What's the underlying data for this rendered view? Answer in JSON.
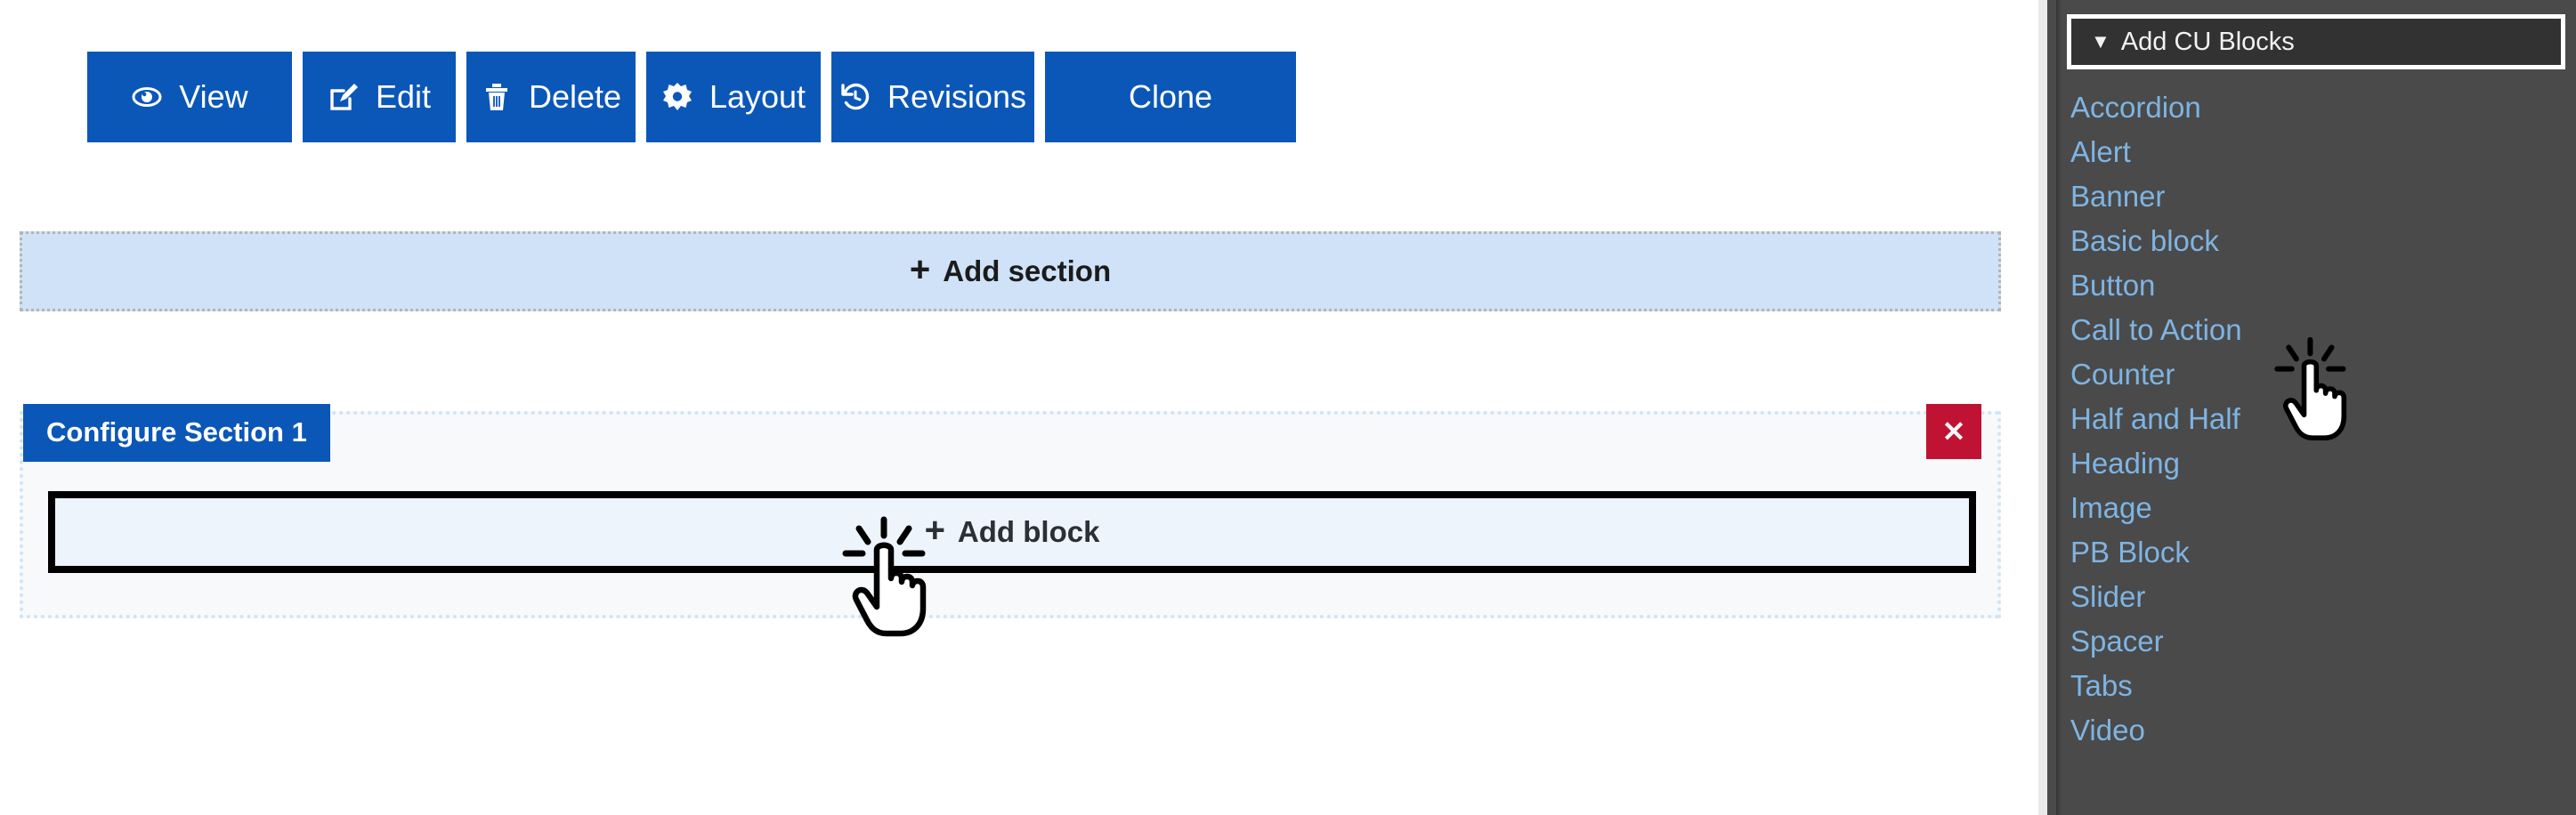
{
  "toolbar": {
    "buttons": [
      {
        "label": "View",
        "icon": "eye-icon"
      },
      {
        "label": "Edit",
        "icon": "pencil-square-icon"
      },
      {
        "label": "Delete",
        "icon": "trash-icon"
      },
      {
        "label": "Layout",
        "icon": "gear-icon"
      },
      {
        "label": "Revisions",
        "icon": "clock-revert-icon"
      },
      {
        "label": "Clone",
        "icon": "none"
      }
    ]
  },
  "canvas": {
    "add_section_label": "Add section",
    "plus_glyph": "+",
    "section": {
      "configure_label": "Configure Section 1",
      "close_label": "✕",
      "add_block_label": "Add block"
    }
  },
  "panel": {
    "header_label": "Add CU Blocks",
    "caret_glyph": "▼",
    "items": [
      {
        "label": "Accordion"
      },
      {
        "label": "Alert"
      },
      {
        "label": "Banner"
      },
      {
        "label": "Basic block"
      },
      {
        "label": "Button"
      },
      {
        "label": "Call to Action"
      },
      {
        "label": "Counter"
      },
      {
        "label": "Half and Half"
      },
      {
        "label": "Heading"
      },
      {
        "label": "Image"
      },
      {
        "label": "PB Block"
      },
      {
        "label": "Slider"
      },
      {
        "label": "Spacer"
      },
      {
        "label": "Tabs"
      },
      {
        "label": "Video"
      }
    ]
  },
  "colors": {
    "primary_blue": "#0b57b8",
    "danger_red": "#c01333",
    "add_section_bg": "#cfe2f7",
    "add_block_bg": "#edf4fc",
    "panel_bg": "#4a4a4a",
    "panel_header_bg": "#323232",
    "panel_link": "#7fb4e2"
  }
}
